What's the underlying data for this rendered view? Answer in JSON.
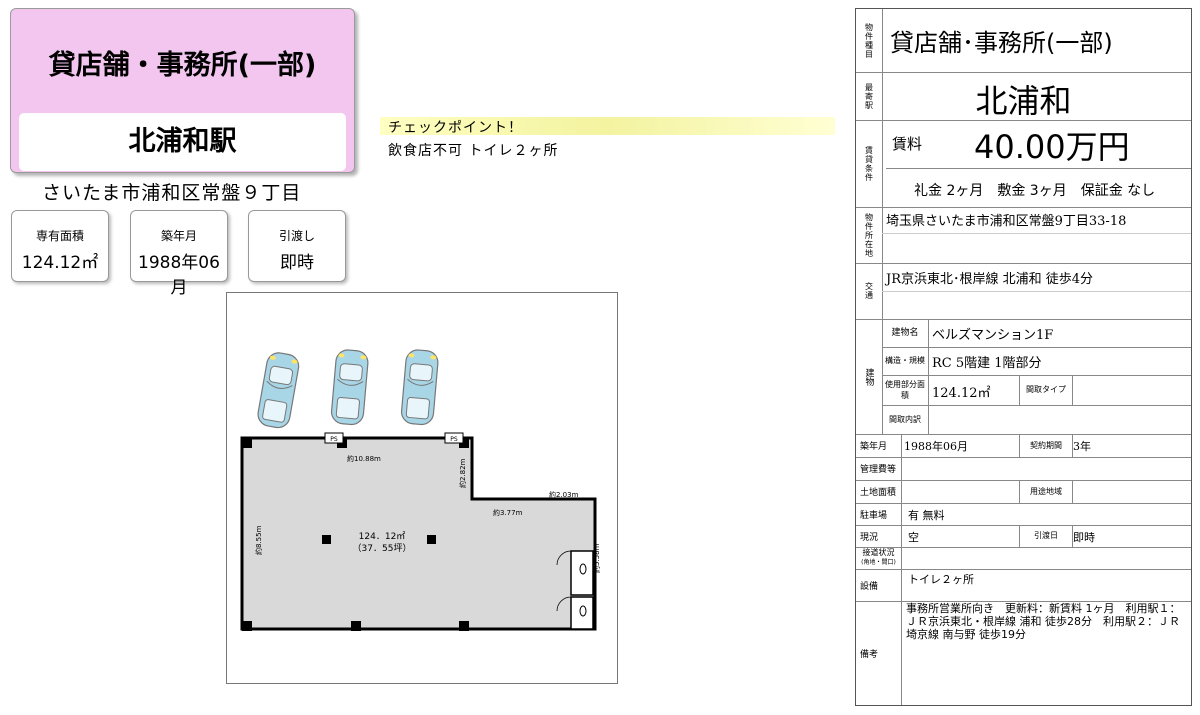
{
  "header": {
    "property_type": "貸店舗・事務所(一部)",
    "station": "北浦和駅"
  },
  "address_short": "さいたま市浦和区常盤９丁目",
  "stats": [
    {
      "label": "専有面積",
      "value": "124.12㎡"
    },
    {
      "label": "築年月",
      "value": "1988年06月"
    },
    {
      "label": "引渡し",
      "value": "即時"
    }
  ],
  "checkpoint": {
    "title": "チェックポイント！",
    "note": "飲食店不可 トイレ２ヶ所"
  },
  "floorplan": {
    "area": "124．12㎡",
    "tsubo": "（37．55坪）",
    "dim_top": "約10.88m",
    "dim_right_upper": "約2.82m",
    "dim_step": "約2.03m",
    "dim_middle": "約3.77m",
    "dim_left": "約8.55m",
    "dim_right_lower": "約5.58m",
    "parking_mark": "PS"
  },
  "panel": {
    "type_label": "物件種目",
    "type_value": "貸店舗･事務所(一部)",
    "station_label": "最寄駅",
    "station_value": "北浦和",
    "rent_label": "賃貸条件",
    "rent_key": "賃料",
    "rent_value": "40.00万円",
    "deposits": "礼金 2ヶ月　敷金 3ヶ月　保証金 なし",
    "location_label": "物件所在地",
    "location_value": "埼玉県さいたま市浦和区常盤9丁目33-18",
    "traffic_label": "交通",
    "traffic_value": "JR京浜東北･根岸線 北浦和 徒歩4分",
    "building_label": "建物",
    "bldg_name_label": "建物名",
    "bldg_name_value": "ベルズマンション1F",
    "structure_label": "構造・規模",
    "structure_value": "RC 5階建 1階部分",
    "usage_area_label": "使用部分面積",
    "usage_area_value": "124.12㎡",
    "layout_type_label": "間取タイプ",
    "layout_detail_label": "間取内訳",
    "built_label": "築年月",
    "built_value": "1988年06月",
    "contract_label": "契約期間",
    "contract_value": "3年",
    "mgmt_label": "管理費等",
    "land_label": "土地面積",
    "zoning_label": "用途地域",
    "parking_label": "駐車場",
    "parking_value": "有 無料",
    "current_label": "現況",
    "current_value": "空",
    "handover_label": "引渡日",
    "handover_value": "即時",
    "road_label": "接道状況",
    "road_sub": "(角地・間口)",
    "equip_label": "設備",
    "equip_value": "トイレ２ヶ所",
    "remarks_label": "備考",
    "remarks_value": "事務所営業所向き　更新料：新賃料 1ヶ月　利用駅１：ＪＲ京浜東北・根岸線 浦和 徒歩28分　利用駅２：ＪＲ埼京線 南与野 徒歩19分"
  },
  "colors": {
    "header_bg": "#f2c6ef",
    "checkpoint_bg": "#f3f3a0",
    "room_fill": "#d9d9d9",
    "car": "#a9d6e6"
  }
}
